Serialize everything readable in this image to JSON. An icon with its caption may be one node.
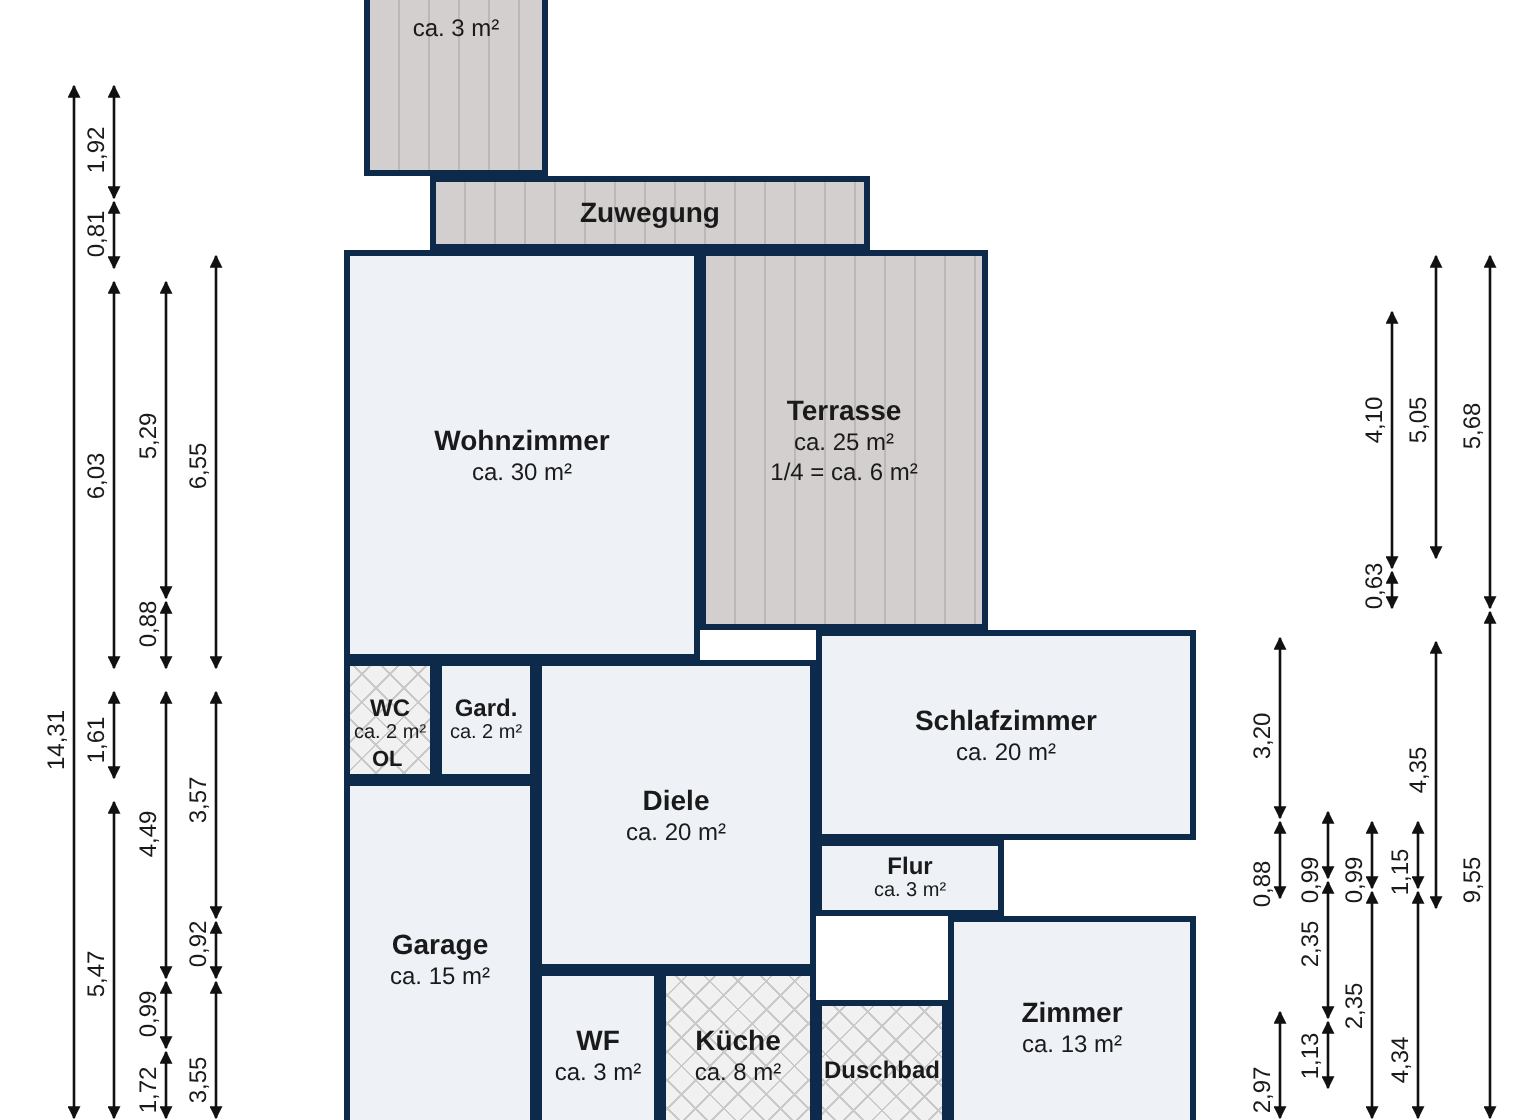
{
  "diagram": {
    "nodes": [
      {
        "text": [
          "ca. 3 m²"
        ]
      },
      {
        "text": [
          "Zuwegung"
        ]
      },
      {
        "text": [
          "Wohnzimmer",
          "ca. 30 m²"
        ]
      },
      {
        "text": [
          "Terrasse",
          "ca. 25 m²",
          "1/4 = ca. 6 m²"
        ]
      },
      {
        "text": [
          "WC",
          "ca. 2 m²"
        ]
      },
      {
        "text": [
          "Gard.",
          "ca. 2 m²"
        ]
      },
      {
        "text": [
          "Diele",
          "ca. 20 m²"
        ]
      },
      {
        "text": [
          "Schlafzimmer",
          "ca. 20 m²"
        ]
      },
      {
        "text": [
          "Flur",
          "ca. 3 m²"
        ]
      },
      {
        "text": [
          "Garage",
          "ca. 15 m²"
        ]
      },
      {
        "text": [
          "WF",
          "ca. 3 m²"
        ]
      },
      {
        "text": [
          "Küche",
          "ca. 8 m²"
        ]
      },
      {
        "text": [
          "Duschbad"
        ]
      },
      {
        "text": [
          "Zimmer",
          "ca. 13 m²"
        ]
      }
    ],
    "labels": [
      "OL",
      "14,31",
      "1,92",
      "0,81",
      "6,03",
      "1,61",
      "5,47",
      "5,29",
      "0,88",
      "4,49",
      "0,99",
      "1,72",
      "6,55",
      "3,57",
      "0,92",
      "3,55",
      "3,20",
      "0,88",
      "2,97",
      "0,99",
      "2,35",
      "1,13",
      "0,99",
      "2,35",
      "1,15",
      "4,34",
      "4,10",
      "0,63",
      "5,05",
      "4,35",
      "5,68",
      "9,55"
    ]
  }
}
